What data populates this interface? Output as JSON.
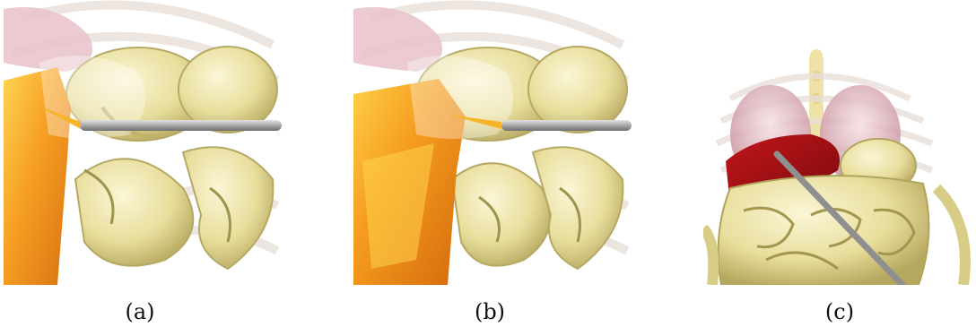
{
  "figure": {
    "panels": [
      {
        "id": "a",
        "caption": "(a)"
      },
      {
        "id": "b",
        "caption": "(b)"
      },
      {
        "id": "c",
        "caption": "(c)"
      }
    ]
  },
  "colors": {
    "bone": "#f3e9df",
    "intestine": "#e9df9f",
    "intestine_shadow": "#b9ad62",
    "liver_orange": "#f08b10",
    "liver_red": "#a10f12",
    "lung_pink": "#dba9b3",
    "needle": "#9c9c9c"
  }
}
